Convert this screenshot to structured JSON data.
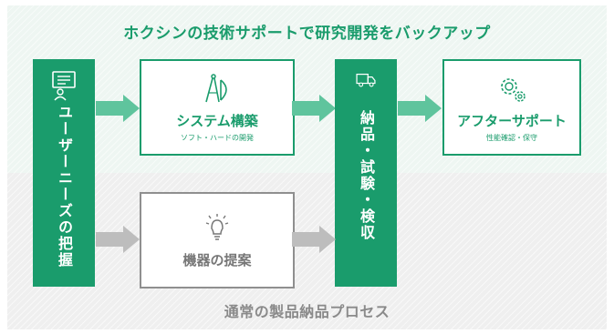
{
  "headline": "ホクシンの技術サポートで研究開発をバックアップ",
  "footer_label": "通常の製品納品プロセス",
  "steps": {
    "needs": {
      "label": "ユーザーニーズの把握",
      "icon": "person-speech-icon"
    },
    "system": {
      "title": "システム構築",
      "subtitle": "ソフト・ハードの開発",
      "icon": "drafting-compass-icon"
    },
    "delivery": {
      "label": "納品・試験・検収",
      "icon": "delivery-truck-icon"
    },
    "after": {
      "title": "アフターサポート",
      "subtitle": "性能確認・保守",
      "icon": "gears-icon"
    },
    "proposal": {
      "title": "機器の提案",
      "icon": "lightbulb-icon"
    }
  },
  "colors": {
    "green": "#1a9c6c",
    "light_green_arrow": "#5fc49d",
    "gray_arrow": "#bdbdbd",
    "gray_border": "#8f8f8f"
  }
}
